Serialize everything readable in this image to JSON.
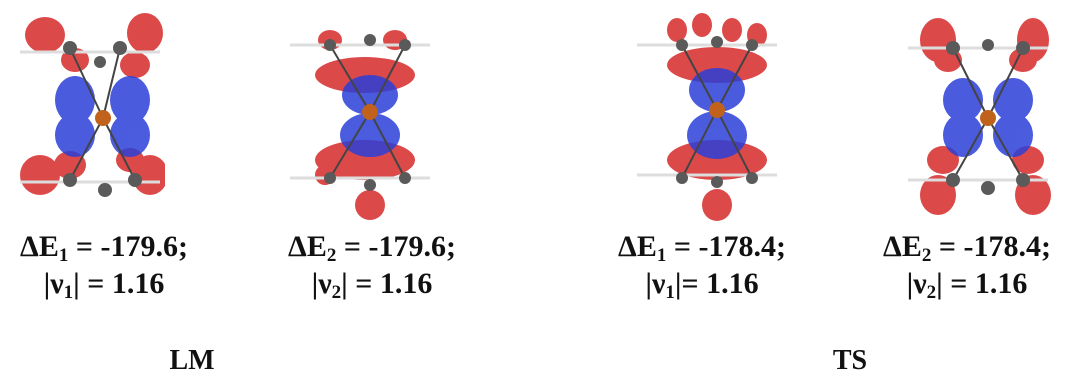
{
  "panels": [
    {
      "id": "lm1",
      "delta_symbol": "ΔE",
      "subscript": "1",
      "energy": "-179.6",
      "freq_symbol": "ν",
      "freq_sub": "1",
      "freq_value": "1.16",
      "freq_sep": "| = "
    },
    {
      "id": "lm2",
      "delta_symbol": "ΔE",
      "subscript": "2",
      "energy": "-179.6",
      "freq_symbol": "ν",
      "freq_sub": "2",
      "freq_value": "1.16",
      "freq_sep": "| = "
    },
    {
      "id": "ts1",
      "delta_symbol": "ΔE",
      "subscript": "1",
      "energy": "-178.4",
      "freq_symbol": "ν",
      "freq_sub": "1",
      "freq_value": "1.16",
      "freq_sep": "|= "
    },
    {
      "id": "ts2",
      "delta_symbol": "ΔE",
      "subscript": "2",
      "energy": "-178.4",
      "freq_symbol": "ν",
      "freq_sub": "2",
      "freq_value": "1.16",
      "freq_sep": "| = "
    }
  ],
  "groups": {
    "lm": "LM",
    "ts": "TS"
  },
  "colors": {
    "lobe_red": "#d62a2a",
    "lobe_blue": "#2b3fd8",
    "metal": "#c0621c",
    "carbon": "#5a5a5a",
    "hydrogen": "#f2f2f2"
  }
}
